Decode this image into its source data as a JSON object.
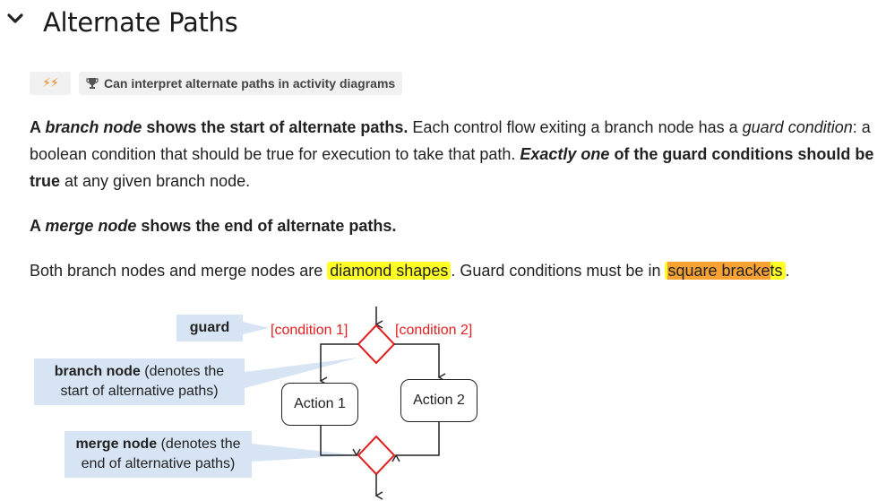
{
  "section": {
    "title": "Alternate Paths",
    "level_badge": "⚡⚡",
    "outcome_badge": "Can interpret alternate paths in activity diagrams"
  },
  "para1": {
    "b1": "A ",
    "b2": "branch node",
    "b3": " shows the start of alternate paths.",
    "t1": " Each control flow exiting a branch node has a ",
    "i1": "guard condition",
    "t2": ": a boolean condition that should be true for execution to take that path. ",
    "bi1": "Exactly one",
    "b4": " of the guard conditions should be true",
    "t3": " at any given branch node."
  },
  "para2": {
    "b1": "A ",
    "bi1": "merge node",
    "b2": " shows the end of alternate paths."
  },
  "para3": {
    "t1": "Both branch nodes and merge nodes are ",
    "h1": "diamond shapes",
    "t2": ". Guard conditions must be in ",
    "h2a": "square bracke",
    "h2b": "ts",
    "t3": "."
  },
  "diagram": {
    "guard_label": "guard",
    "branch_label_bold": "branch node",
    "branch_label_rest1": " (denotes  the",
    "branch_label_rest2": "start of alternative paths)",
    "merge_label_bold": "merge node",
    "merge_label_rest1": " (denotes the",
    "merge_label_rest2": "end of alternative paths)",
    "condition1": "[condition 1]",
    "condition2": "[condition 2]",
    "action1": "Action 1",
    "action2": "Action 2"
  },
  "colors": {
    "highlight_yellow": "#ffff26",
    "highlight_orange": "#f7a233",
    "condition_red": "#e02020",
    "callout_blue": "#d6e4f4",
    "badge_orange": "#f08a24"
  },
  "icons": [
    "chevron-down-icon",
    "lightning-icon",
    "trophy-icon"
  ]
}
